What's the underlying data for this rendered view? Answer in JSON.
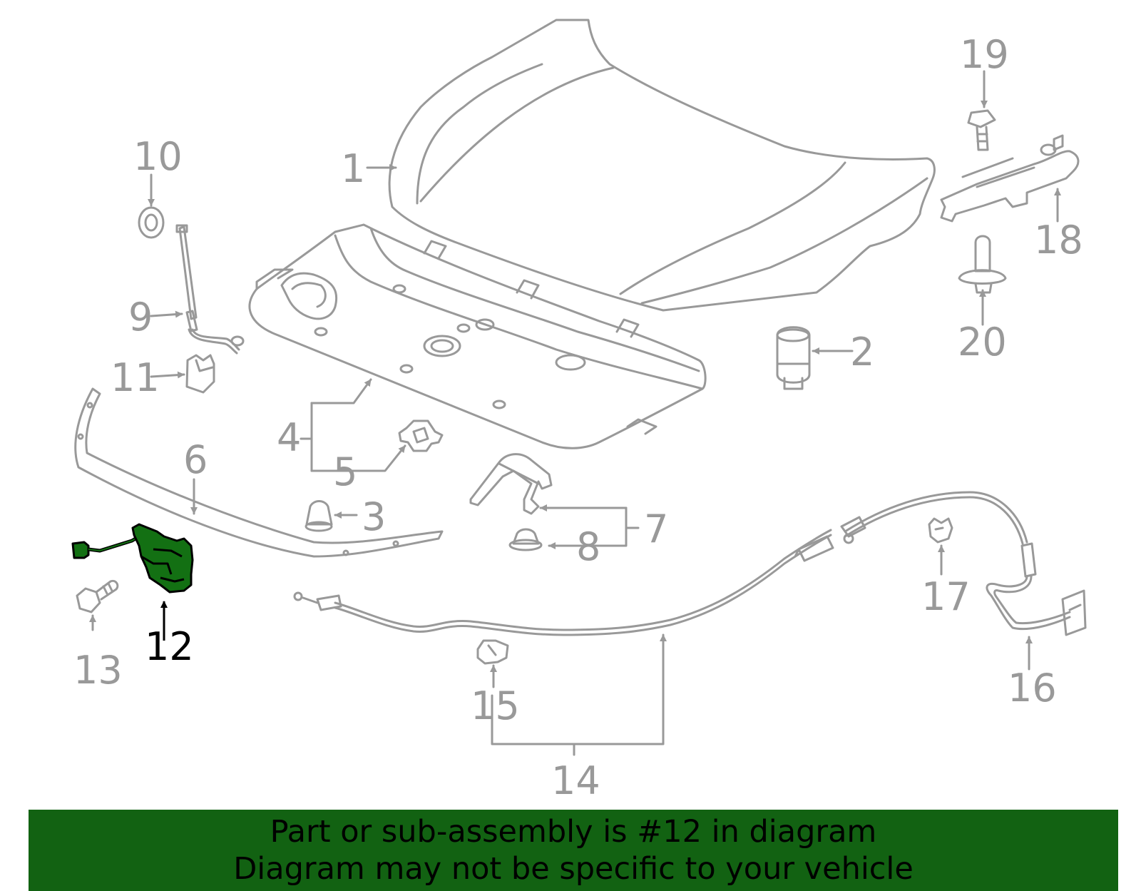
{
  "diagram": {
    "colors": {
      "line": "#999999",
      "highlight_fill": "#137013",
      "highlight_text": "#000000",
      "banner": "#126212"
    },
    "callouts": [
      {
        "id": "1",
        "text": "1",
        "highlight": false
      },
      {
        "id": "2",
        "text": "2",
        "highlight": false
      },
      {
        "id": "3",
        "text": "3",
        "highlight": false
      },
      {
        "id": "4",
        "text": "4",
        "highlight": false
      },
      {
        "id": "5",
        "text": "5",
        "highlight": false
      },
      {
        "id": "6",
        "text": "6",
        "highlight": false
      },
      {
        "id": "7",
        "text": "7",
        "highlight": false
      },
      {
        "id": "8",
        "text": "8",
        "highlight": false
      },
      {
        "id": "9",
        "text": "9",
        "highlight": false
      },
      {
        "id": "10",
        "text": "10",
        "highlight": false
      },
      {
        "id": "11",
        "text": "11",
        "highlight": false
      },
      {
        "id": "12",
        "text": "12",
        "highlight": true
      },
      {
        "id": "13",
        "text": "13",
        "highlight": false
      },
      {
        "id": "14",
        "text": "14",
        "highlight": false
      },
      {
        "id": "15",
        "text": "15",
        "highlight": false
      },
      {
        "id": "16",
        "text": "16",
        "highlight": false
      },
      {
        "id": "17",
        "text": "17",
        "highlight": false
      },
      {
        "id": "18",
        "text": "18",
        "highlight": false
      },
      {
        "id": "19",
        "text": "19",
        "highlight": false
      },
      {
        "id": "20",
        "text": "20",
        "highlight": false
      }
    ]
  },
  "banner": {
    "line1": "Part or sub-assembly is #12 in diagram",
    "line2": "Diagram may not be specific to your vehicle"
  }
}
